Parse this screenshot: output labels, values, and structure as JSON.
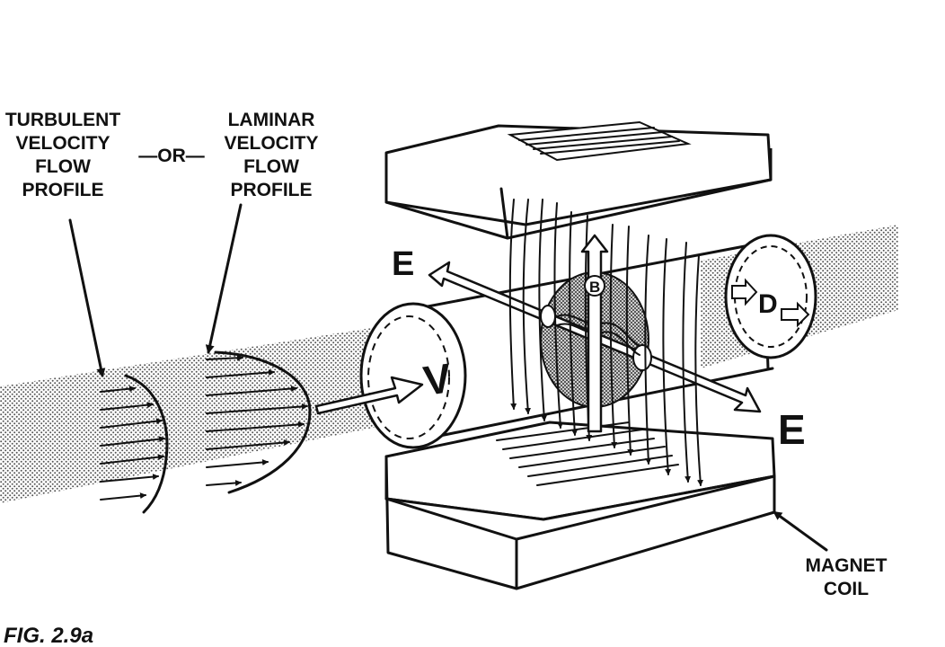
{
  "labels": {
    "turbulent": [
      "TURBULENT",
      "VELOCITY",
      "FLOW",
      "PROFILE"
    ],
    "or": "—OR—",
    "laminar": [
      "LAMINAR",
      "VELOCITY",
      "FLOW",
      "PROFILE"
    ],
    "magnet_coil": [
      "MAGNET",
      "COIL"
    ],
    "e_left": "E",
    "e_right": "E",
    "v": "V",
    "b": "B",
    "d": "D"
  },
  "caption": "FIG. 2.9a"
}
